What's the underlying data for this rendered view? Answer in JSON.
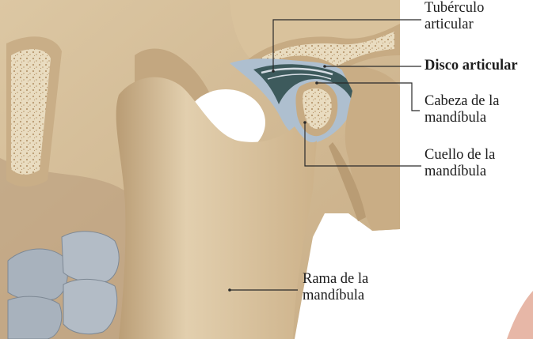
{
  "labels": {
    "tuberculo": {
      "line1": "Tubérculo",
      "line2": "articular"
    },
    "disco": {
      "text": "Disco articular"
    },
    "cabeza": {
      "line1": "Cabeza de la",
      "line2": "mandíbula"
    },
    "cuello": {
      "line1": "Cuello de la",
      "line2": "mandíbula"
    },
    "rama": {
      "line1": "Rama de la",
      "line2": "mandíbula"
    }
  },
  "colors": {
    "bone": "#d6bf98",
    "bone_shadow": "#a98c66",
    "cancellous": "#e9dcc0",
    "disc": "#3d5a5c",
    "cartilage": "#aebfcf",
    "teeth": "#a8b2bd",
    "leader": "#2a2a2a"
  }
}
